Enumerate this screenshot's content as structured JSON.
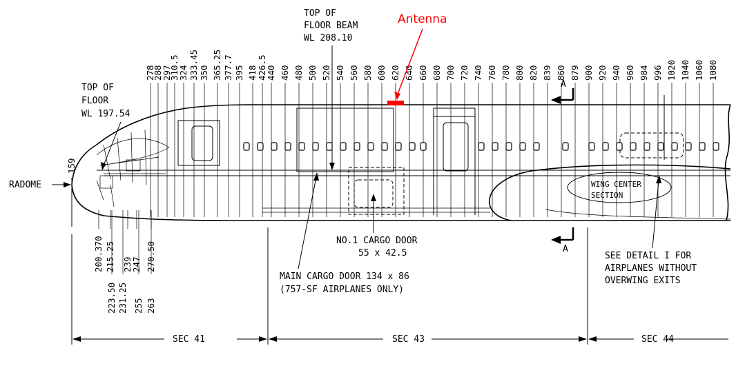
{
  "colors": {
    "line": "#000000",
    "antenna": "#ff0000"
  },
  "labels": {
    "top_of_floor_beam": [
      "TOP OF",
      "FLOOR BEAM",
      "WL 208.10"
    ],
    "top_of_floor": [
      "TOP OF",
      "FLOOR",
      "WL 197.54"
    ],
    "antenna": "Antenna",
    "radome": "RADOME",
    "station_159": "159",
    "wing_center": [
      "WING CENTER",
      "SECTION"
    ],
    "cargo_door_1": [
      "NO.1 CARGO DOOR",
      "55 x 42.5"
    ],
    "main_cargo_door": [
      "MAIN CARGO DOOR 134 x 86",
      "(757-SF AIRPLANES ONLY)"
    ],
    "see_detail": [
      "SEE DETAIL I FOR",
      "AIRPLANES WITHOUT",
      "OVERWING EXITS"
    ],
    "section_marker": "A",
    "sections": [
      "SEC 41",
      "SEC 43",
      "SEC 44"
    ]
  },
  "top_stations": [
    "278",
    "288",
    "297",
    "310.5",
    "324",
    "333.45",
    "350",
    "365.25",
    "377.7",
    "395",
    "418",
    "426.5",
    "440",
    "460",
    "480",
    "500",
    "520",
    "540",
    "560",
    "580",
    "600",
    "620",
    "640",
    "660",
    "680",
    "700",
    "720",
    "740",
    "760",
    "780",
    "800",
    "820",
    "839",
    "860",
    "879",
    "900",
    "920",
    "940",
    "960",
    "984",
    "996",
    "1020",
    "1040",
    "1060",
    "1080"
  ],
  "bottom_stations": [
    "200.370",
    "215.25",
    "239",
    "247",
    "270.50",
    "223.50",
    "231.25",
    "255",
    "263"
  ]
}
